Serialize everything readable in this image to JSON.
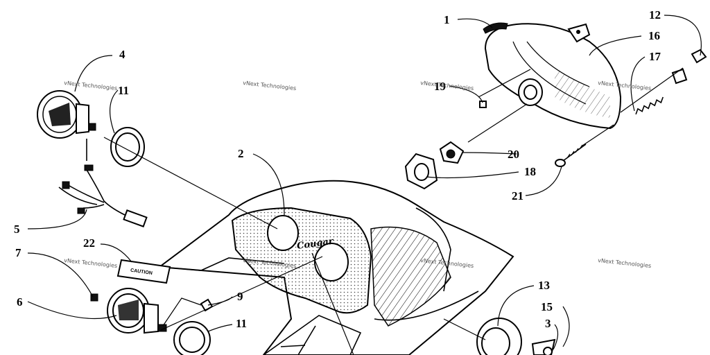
{
  "callouts": {
    "c1": "1",
    "c2": "2",
    "c3": "3",
    "c4": "4",
    "c5": "5",
    "c6": "6",
    "c7": "7",
    "c9": "9",
    "c11a": "11",
    "c11b": "11",
    "c12": "12",
    "c13": "13",
    "c15": "15",
    "c16": "16",
    "c17": "17",
    "c18": "18",
    "c19": "19",
    "c20": "20",
    "c21": "21",
    "c22": "22"
  },
  "labels": {
    "hood_logo": "Cougar",
    "caution_decal": "CAUTION"
  },
  "watermark": {
    "text": "vNext Technologies"
  }
}
